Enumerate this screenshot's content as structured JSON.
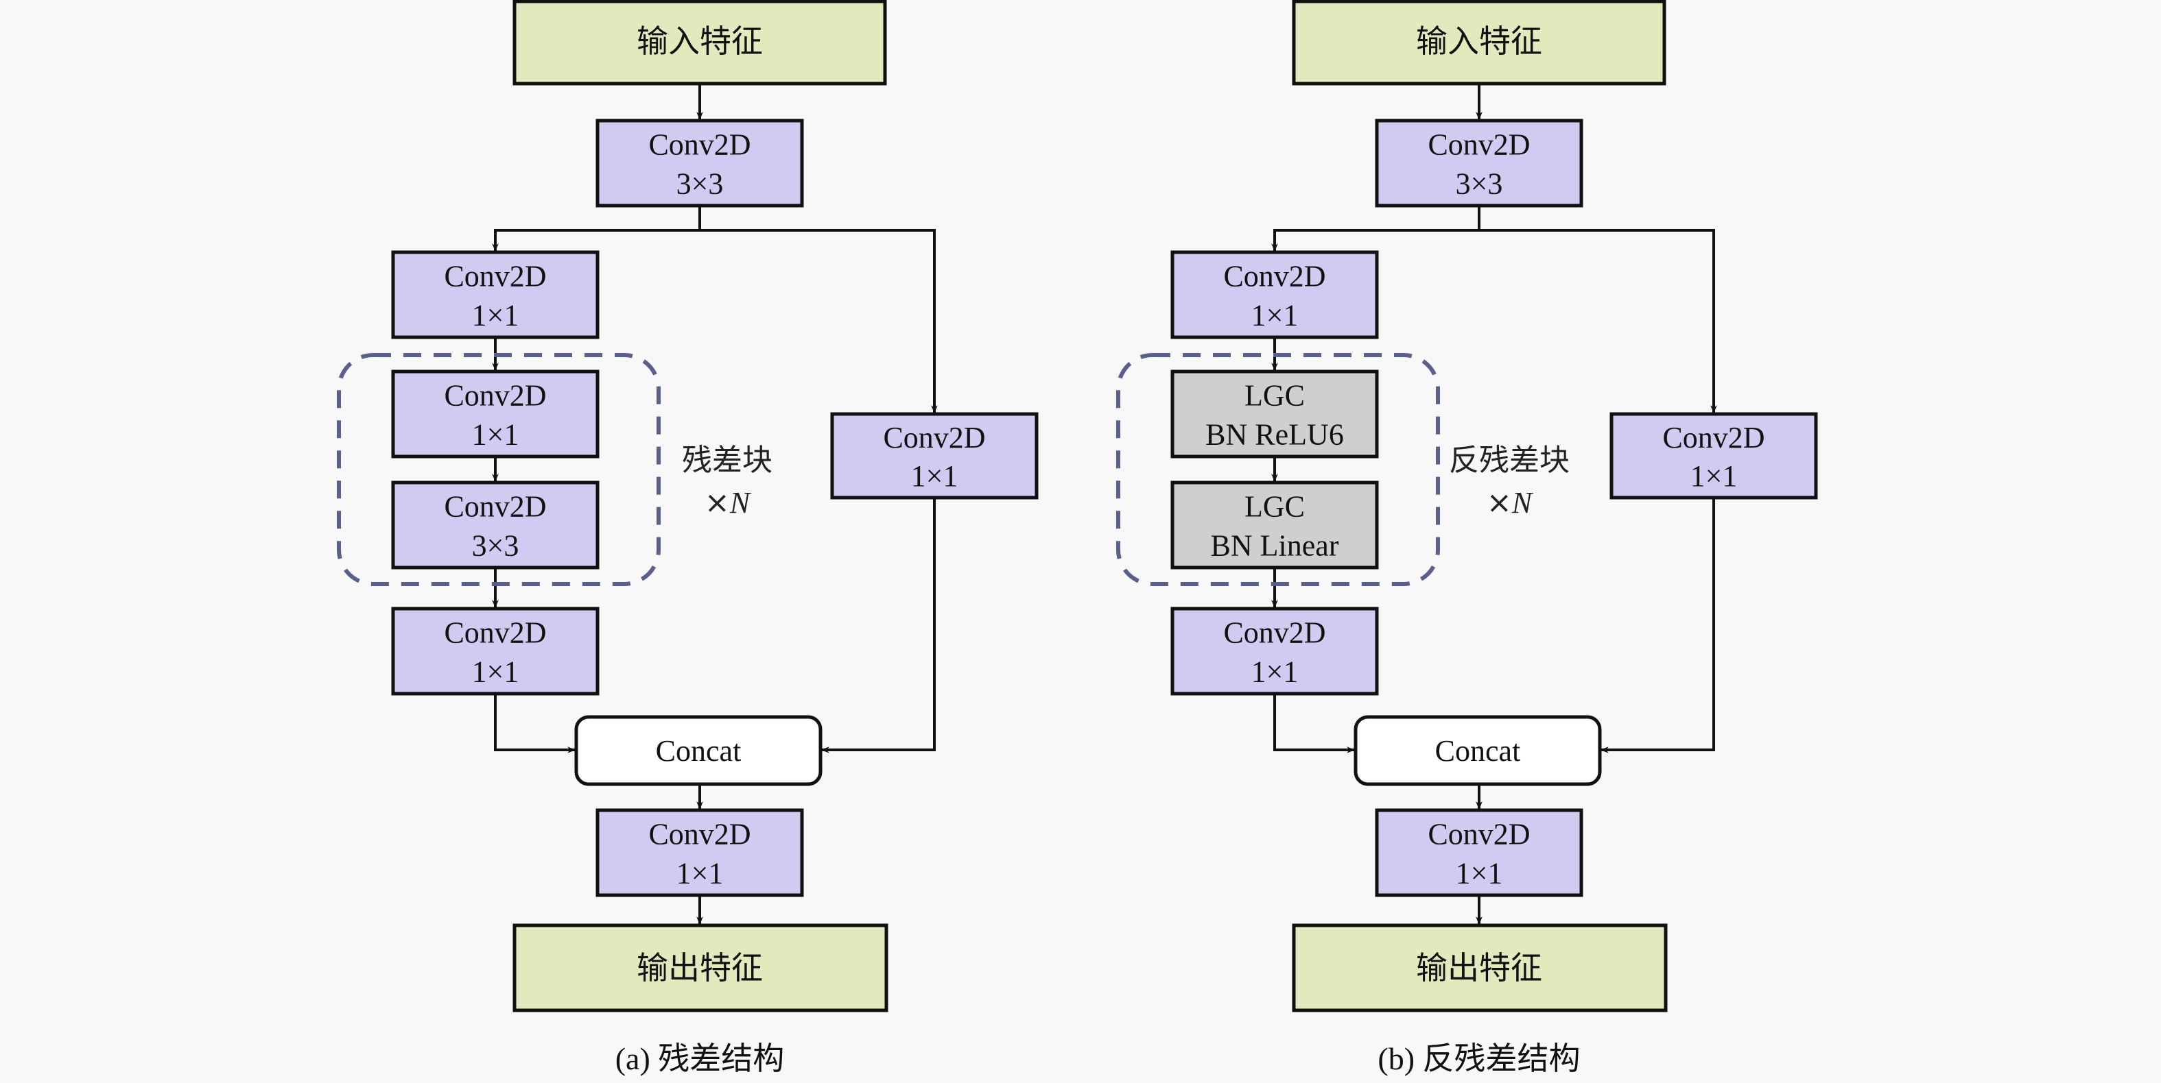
{
  "colors": {
    "io_fill": "#e4e9bd",
    "conv_fill": "#d0cbf1",
    "lgc_fill": "#cfcfcf",
    "concat_fill": "#ffffff",
    "stroke": "#111111",
    "dash_color": "#5a5f8c",
    "background": "#f8f8f8"
  },
  "diagrams": [
    {
      "id": "a",
      "caption": "(a) 残差结构",
      "input": "输入特征",
      "output": "输出特征",
      "stem": [
        "Conv2D",
        "3×3"
      ],
      "left_branch": {
        "pre": [
          "Conv2D",
          "1×1"
        ],
        "block": [
          [
            "Conv2D",
            "1×1"
          ],
          [
            "Conv2D",
            "3×3"
          ]
        ],
        "post": [
          "Conv2D",
          "1×1"
        ],
        "block_label": "残差块",
        "block_repeat_prefix": "×",
        "block_repeat_var": "N"
      },
      "right_branch": [
        "Conv2D",
        "1×1"
      ],
      "merge": "Concat",
      "head": [
        "Conv2D",
        "1×1"
      ]
    },
    {
      "id": "b",
      "caption": "(b) 反残差结构",
      "input": "输入特征",
      "output": "输出特征",
      "stem": [
        "Conv2D",
        "3×3"
      ],
      "left_branch": {
        "pre": [
          "Conv2D",
          "1×1"
        ],
        "block": [
          [
            "LGC",
            "BN ReLU6"
          ],
          [
            "LGC",
            "BN Linear"
          ]
        ],
        "post": [
          "Conv2D",
          "1×1"
        ],
        "block_label": "反残差块",
        "block_repeat_prefix": "×",
        "block_repeat_var": "N"
      },
      "right_branch": [
        "Conv2D",
        "1×1"
      ],
      "merge": "Concat",
      "head": [
        "Conv2D",
        "1×1"
      ]
    }
  ]
}
